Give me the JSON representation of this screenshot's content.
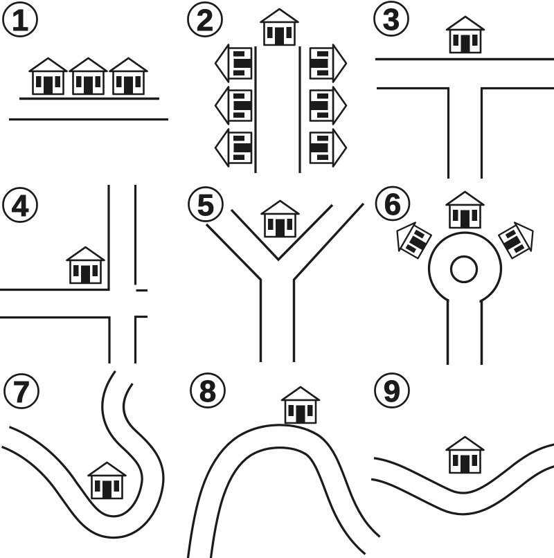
{
  "colors": {
    "ink": "#1b1b1b",
    "paper": "#ffffff"
  },
  "icons": {
    "house": "house-icon",
    "badge": "circled-number-badge"
  },
  "panels": [
    {
      "number": "1",
      "scene": "three houses along a straight road"
    },
    {
      "number": "2",
      "scene": "houses lining both sides of a straight street"
    },
    {
      "number": "3",
      "scene": "house at a T-junction"
    },
    {
      "number": "4",
      "scene": "house at a crossroads"
    },
    {
      "number": "5",
      "scene": "house at a Y-fork"
    },
    {
      "number": "6",
      "scene": "houses around a roundabout"
    },
    {
      "number": "7",
      "scene": "house inside a winding S-bend"
    },
    {
      "number": "8",
      "scene": "house on a sharp curve"
    },
    {
      "number": "9",
      "scene": "house beside a gently winding road"
    }
  ]
}
